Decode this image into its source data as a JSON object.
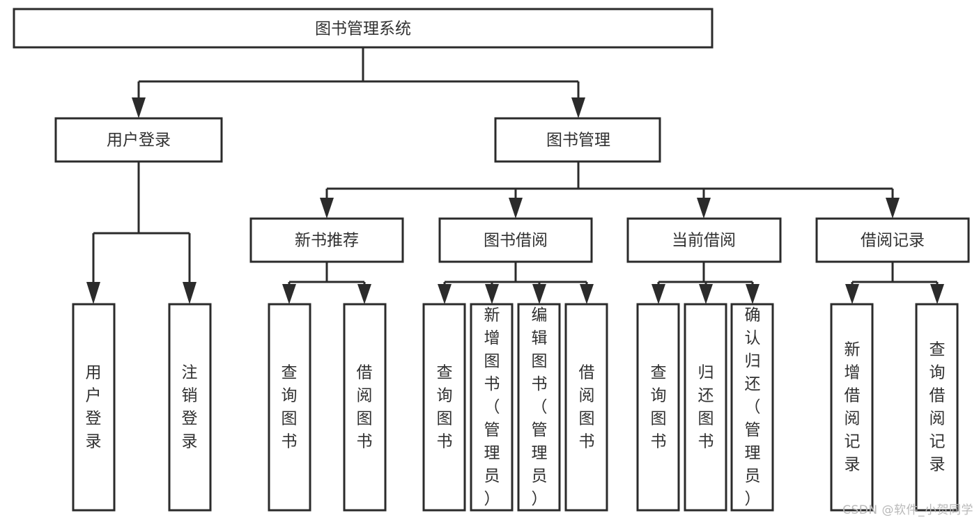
{
  "diagram": {
    "type": "tree",
    "title": "图书管理系统",
    "root": {
      "label": "图书管理系统"
    },
    "level1": [
      {
        "label": "用户登录"
      },
      {
        "label": "图书管理"
      }
    ],
    "level2": [
      {
        "label": "新书推荐"
      },
      {
        "label": "图书借阅"
      },
      {
        "label": "当前借阅"
      },
      {
        "label": "借阅记录"
      }
    ],
    "groups": [
      {
        "parent": "用户登录",
        "leaves": [
          {
            "label": "用户登录"
          },
          {
            "label": "注销登录"
          }
        ]
      },
      {
        "parent": "新书推荐",
        "leaves": [
          {
            "label": "查询图书"
          },
          {
            "label": "借阅图书"
          }
        ]
      },
      {
        "parent": "图书借阅",
        "leaves": [
          {
            "label": "查询图书"
          },
          {
            "label": "新增图书（管理员）"
          },
          {
            "label": "编辑图书（管理员）"
          },
          {
            "label": "借阅图书"
          }
        ]
      },
      {
        "parent": "当前借阅",
        "leaves": [
          {
            "label": "查询图书"
          },
          {
            "label": "归还图书"
          },
          {
            "label": "确认归还（管理员）"
          }
        ]
      },
      {
        "parent": "借阅记录",
        "leaves": [
          {
            "label": "新增借阅记录"
          },
          {
            "label": "查询借阅记录"
          }
        ]
      }
    ],
    "colors": {
      "stroke": "#2b2b2b",
      "fill": "#ffffff",
      "text": "#303030",
      "watermark": "#b9b9b9"
    }
  },
  "watermark": {
    "text": "CSDN @软件_小贺同学"
  }
}
